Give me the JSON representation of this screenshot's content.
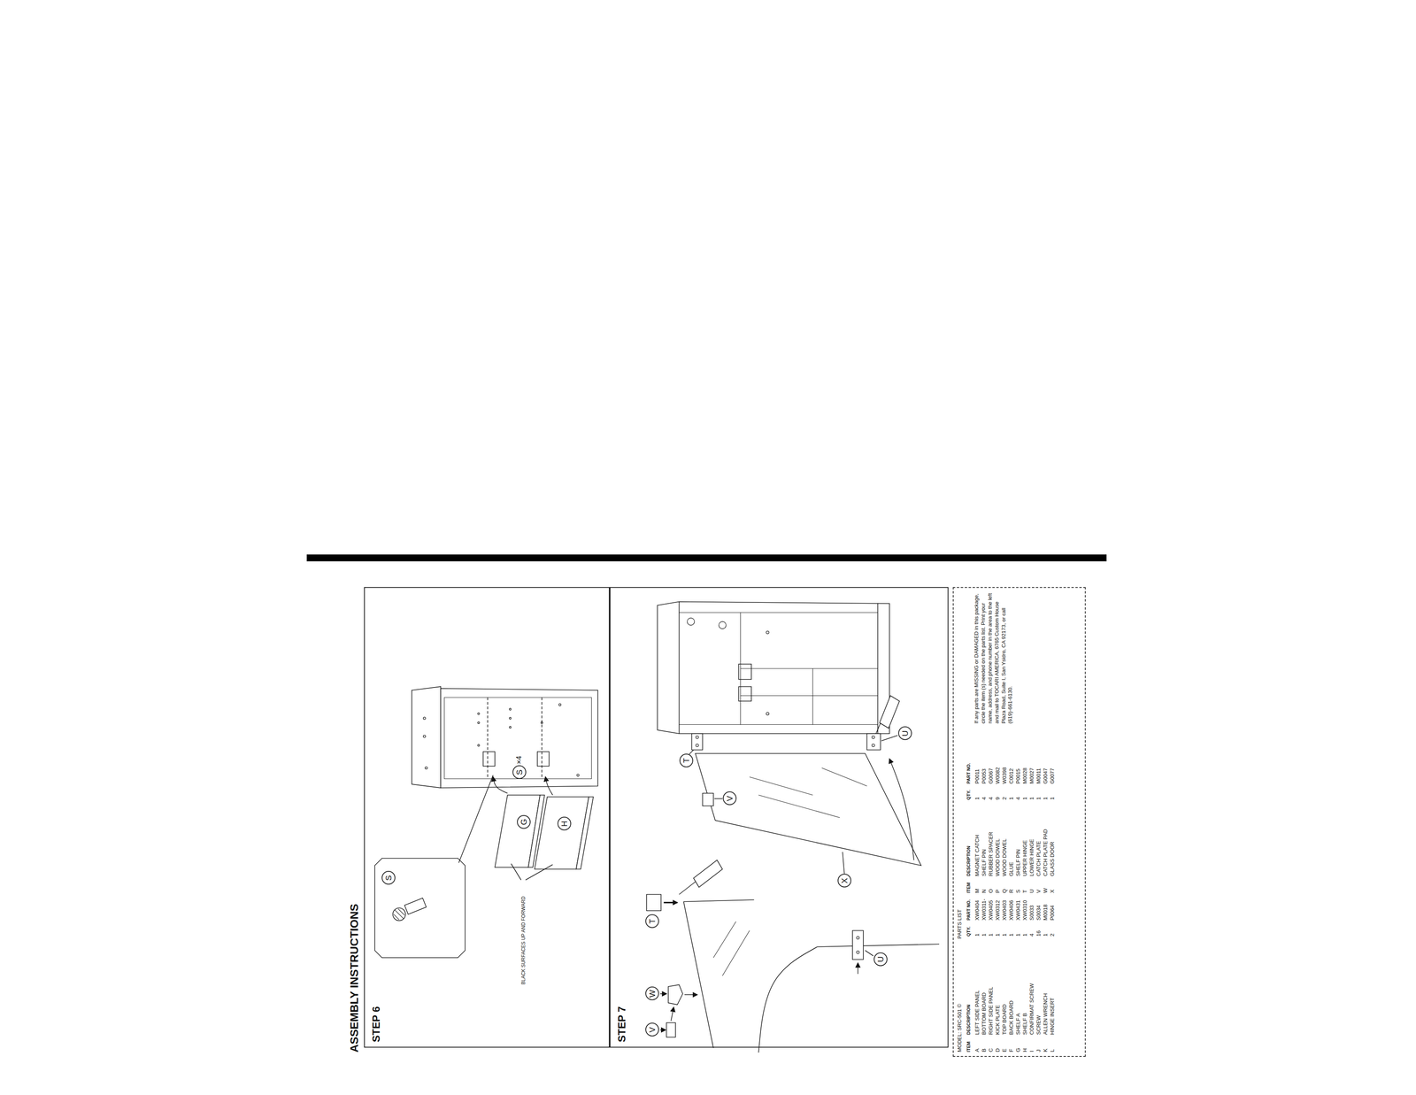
{
  "diagram": {
    "title": "ASSEMBLY INSTRUCTIONS",
    "nodes": [
      {
        "text": [
          "STEP 6"
        ]
      },
      {
        "text": [
          "S"
        ],
        "in": 0
      },
      {
        "text": [
          "G"
        ],
        "in": 0
      },
      {
        "text": [
          "H"
        ],
        "in": 0
      },
      {
        "text": [
          "S"
        ],
        "in": 0
      },
      {
        "text": [
          "STEP 7"
        ]
      },
      {
        "text": [
          "T"
        ],
        "in": 5
      },
      {
        "text": [
          "V"
        ],
        "in": 5
      },
      {
        "text": [
          "W"
        ],
        "in": 5
      },
      {
        "text": [
          "U"
        ],
        "in": 5
      },
      {
        "text": [
          "T"
        ],
        "in": 5
      },
      {
        "text": [
          "V"
        ],
        "in": 5
      },
      {
        "text": [
          "X"
        ],
        "in": 5
      },
      {
        "text": [
          "U"
        ],
        "in": 5
      },
      {
        "text": [
          "MODEL: SRC-501 ©",
          "PARTS LIST"
        ]
      }
    ],
    "labels": [
      "BLACK SURFACES UP AND FORWARD",
      "×4",
      "ITEM",
      "DESCRIPTION",
      "QTY.",
      "PART NO.",
      "ITEM",
      "DESCRIPTION",
      "QTY.",
      "PART NO.",
      "A",
      "LEFT SIDE PANEL",
      "1",
      "XW0404",
      "M",
      "MAGNET CATCH",
      "1",
      "P0011",
      "B",
      "BOTTOM BOARD",
      "1",
      "XW0311-",
      "N",
      "SHELF PIN",
      "4",
      "P0053",
      "C",
      "RIGHT SIDE PANEL",
      "1",
      "XW0405",
      "O",
      "RUBBER SPACER",
      "4",
      "G0067",
      "D",
      "KICK PLATE",
      "1",
      "XW0312",
      "P",
      "WOOD DOWEL",
      "9",
      "W0082",
      "E",
      "TOP BOARD",
      "1",
      "XW0403",
      "Q",
      "WOOD DOWEL",
      "2",
      "W0398",
      "F",
      "BACK BOARD",
      "1",
      "XW0406",
      "R",
      "GLUE",
      "1",
      "C0012",
      "G",
      "SHELF A",
      "1",
      "XW0431",
      "S",
      "SHELF PIN",
      "4",
      "P0015",
      "H",
      "SHELF B",
      "1",
      "XW0310",
      "T",
      "UPPER HINGE",
      "1",
      "M0028",
      "I",
      "CONFIRMAT SCREW",
      "4",
      "S0033",
      "U",
      "LOWER HINGE",
      "1",
      "M0027",
      "J",
      "SCREW",
      "16",
      "S0034",
      "V",
      "CATCH PLATE",
      "1",
      "M0011",
      "K",
      "ALLEN WRENCH",
      "1",
      "M0018",
      "W",
      "CATCH PLATE PAD",
      "1",
      "G0047",
      "L",
      "HINGE INSERT",
      "2",
      "P0064",
      "X",
      "GLASS DOOR",
      "1",
      "G0077",
      "If any parts are MISSING or DAMAGED in this package, circle the item (s) needed on the parts list. Print your name, address, and phone number in the area to the left and mail to TOCARI AMERICA, 6765 Custom House Plaza Road, Suite I, San Ysidro, CA 92173, or call (619)-661-6130."
    ]
  }
}
